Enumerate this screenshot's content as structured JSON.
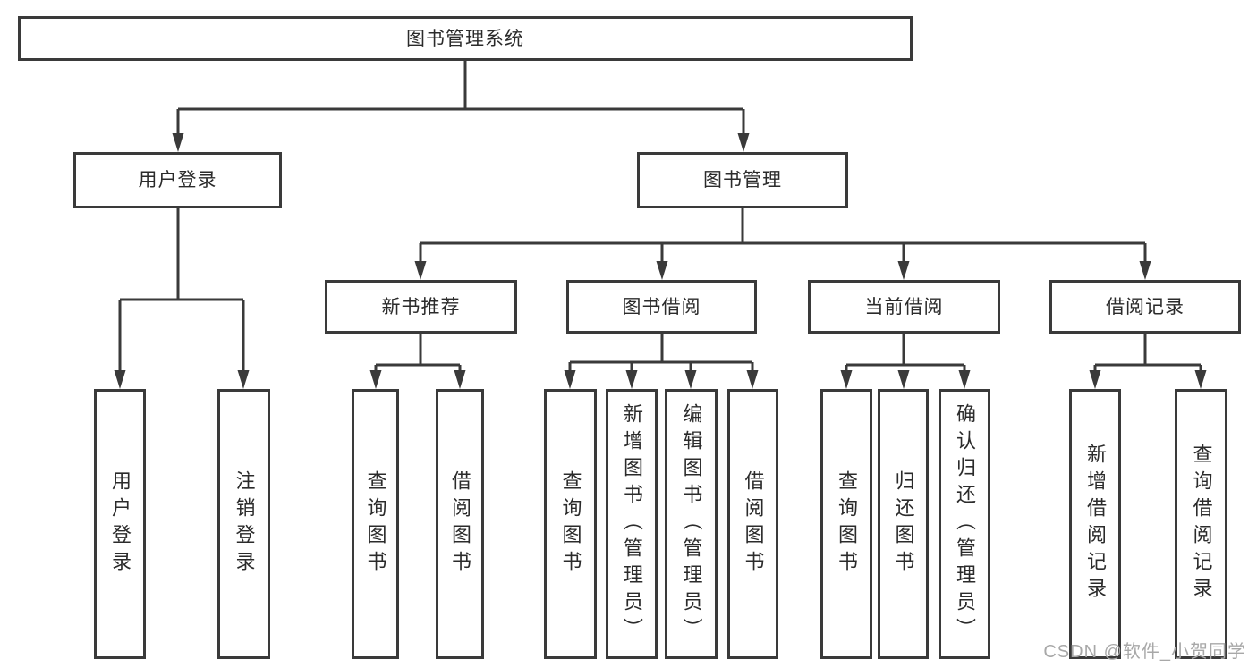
{
  "diagram": {
    "type": "hierarchy-tree",
    "title": "图书管理系统",
    "colors": {
      "line": "#3a3a3a",
      "box_border": "#3a3a3a",
      "text": "#2b2b2b",
      "background": "#ffffff",
      "watermark": "#a8a8a8"
    },
    "nodes": {
      "root": "图书管理系统",
      "login": "用户登录",
      "mgmt": "图书管理",
      "login_user": "用户登录",
      "login_logout": "注销登录",
      "rec": "新书推荐",
      "rec_query": "查询图书",
      "rec_borrow": "借阅图书",
      "borrow": "图书借阅",
      "borrow_query": "查询图书",
      "borrow_add": "新增图书（管理员）",
      "borrow_edit": "编辑图书（管理员）",
      "borrow_do": "借阅图书",
      "current": "当前借阅",
      "current_query": "查询图书",
      "current_return": "归还图书",
      "current_confirm": "确认归还（管理员）",
      "records": "借阅记录",
      "records_add": "新增借阅记录",
      "records_query": "查询借阅记录"
    },
    "structure": {
      "图书管理系统": {
        "用户登录": [
          "用户登录",
          "注销登录"
        ],
        "图书管理": {
          "新书推荐": [
            "查询图书",
            "借阅图书"
          ],
          "图书借阅": [
            "查询图书",
            "新增图书（管理员）",
            "编辑图书（管理员）",
            "借阅图书"
          ],
          "当前借阅": [
            "查询图书",
            "归还图书",
            "确认归还（管理员）"
          ],
          "借阅记录": [
            "新增借阅记录",
            "查询借阅记录"
          ]
        }
      }
    },
    "watermark": "CSDN @软件_小贺同学"
  }
}
